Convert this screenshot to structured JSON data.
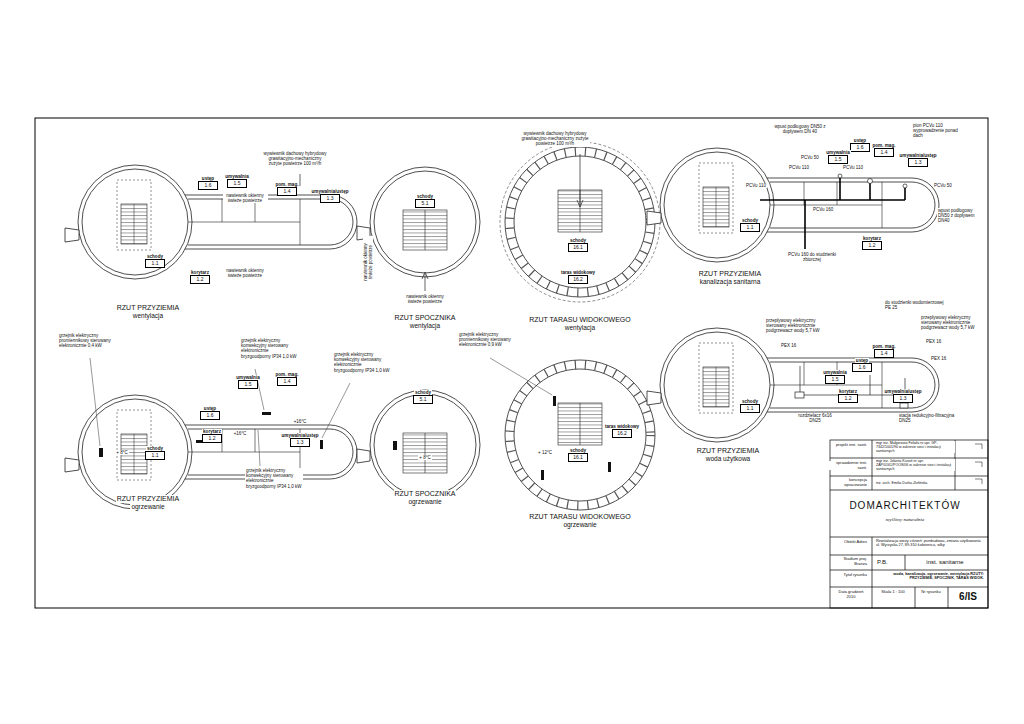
{
  "diagram": {
    "nodes": [
      {
        "text": [
          "ustęp",
          "1.6"
        ]
      },
      {
        "text": [
          "umywalnia",
          "1.5"
        ]
      },
      {
        "text": [
          "pom. mag.",
          "1.4"
        ]
      },
      {
        "text": [
          "umywalnia/ustęp",
          "1.3"
        ]
      },
      {
        "text": [
          "schody",
          "1.1"
        ]
      },
      {
        "text": [
          "korytarz",
          "1.2"
        ]
      },
      {
        "text": [
          "schody",
          "5.1"
        ]
      },
      {
        "text": [
          "schody",
          "16.1"
        ]
      },
      {
        "text": [
          "taras widokowy",
          "16.2"
        ]
      },
      {
        "text": [
          "ustęp",
          "1.6"
        ]
      },
      {
        "text": [
          "umywalnia",
          "1.5"
        ]
      },
      {
        "text": [
          "pom. mag.",
          "1.4"
        ]
      },
      {
        "text": [
          "umywalnia/ustęp",
          "1.3"
        ]
      },
      {
        "text": [
          "schody",
          "1.1"
        ]
      },
      {
        "text": [
          "korytarz",
          "1.2"
        ]
      },
      {
        "text": [
          "ustęp",
          "1.6"
        ]
      },
      {
        "text": [
          "umywalnia",
          "1.5"
        ]
      },
      {
        "text": [
          "pom. mag.",
          "1.4"
        ]
      },
      {
        "text": [
          "korytarz",
          "1.2"
        ]
      },
      {
        "text": [
          "umywalnia/ustęp",
          "1.3"
        ]
      },
      {
        "text": [
          "schody",
          "1.1"
        ]
      },
      {
        "text": [
          "schody",
          "5.1"
        ]
      },
      {
        "text": [
          "schody",
          "16.1"
        ]
      },
      {
        "text": [
          "taras widokowy",
          "16.2"
        ]
      },
      {
        "text": [
          "pom. mag.",
          "1.4"
        ]
      },
      {
        "text": [
          "ustęp",
          "1.6"
        ]
      },
      {
        "text": [
          "umywalnia",
          "1.5"
        ]
      },
      {
        "text": [
          "korytarz",
          "1.2"
        ]
      },
      {
        "text": [
          "umywalnia/ustęp",
          "1.3"
        ]
      },
      {
        "text": [
          "schody",
          "1.1"
        ]
      }
    ],
    "labels": [
      "wywiewnik dachowy hybrydowy grawitacyjno-mechaniczny zużyte powietrze 100 m³/h",
      "nawiewnik okienny świeże powietrze",
      "nawiewnik okienny świeże powietrze",
      "nawiewnik okienny świeże powietrze",
      "RZUT PRZYZIEMIA",
      "wentylacja",
      "nawiewnik okienny świeże powietrze",
      "RZUT SPOCZNIKA",
      "wentylacja",
      "wywiewnik dachowy hybrydowy grawitacyjno-mechaniczny zużyte powietrze 100 m³/h",
      "RZUT TARASU WIDOKOWEGO",
      "wentylacja",
      "wpust podłogowy DN50 z dopływem DN 40",
      "pion PCVu 110 wyprowadzenie ponad dach",
      "PCVu 50",
      "PCVu 110",
      "PCVu 110",
      "PCVu 110",
      "PCVu 50",
      "PCVu 160",
      "wpust podłogowy DN50 z dopływem DN40",
      "PCVu 160 do studzienki zbiorczej",
      "RZUT PRZYZIEMIA",
      "kanalizacja sanitarna",
      "grzejnik elektryczny promiennikowy sterowany elektronicznie 0,4 kW",
      "grzejnik elektryczny konwekcyjny sterowany elektronicznie bryzgoodporny IP34 1,0 kW",
      "grzejnik elektryczny konwekcyjny sterowany elektronicznie bryzgoodporny IP34 1,0 kW",
      "grzejnik elektryczny konwekcyjny sterowany elektronicznie bryzgoodporny IP34 1,0 kW",
      "+ 8°C",
      "+16°C",
      "+16°C",
      "RZUT PRZYZIEMIA",
      "ogrzewanie",
      "+ 8°C",
      "RZUT SPOCZNIKA",
      "ogrzewanie",
      "grzejnik elektryczny promiennikowy sterowany elektronicznie 0,9 kW",
      "+ 12°C",
      "RZUT TARASU WIDOKOWEGO",
      "ogrzewanie",
      "do studzienki wodomierzowej PE 25",
      "przepływowy elektryczny sterowany elektronicznie podgrzewacz wody 5,7 kW",
      "przepływowy elektryczny sterowany elektronicznie podgrzewacz wody 5,7 kW",
      "PEX 16",
      "PEX 16",
      "PEX 16",
      "rozdzielacz 6x16 DN25",
      "stacja redukcyjno-filtracyjna DN25",
      "RZUT PRZYZIEMIA",
      "woda użytkowa",
      "projekt inst. sanit.",
      "mgr inż. Małgorzata Feliała nr upr. GP-7342/1001/90 w zakresie sieci i instalacji sanitarnych",
      "sprawdzenie inst. sanit.",
      "mgr inż. Jolanta Kusoń nr upr. ZAP/0161/POOS/06 w zakresie sieci i instalacji sanitarnych",
      "koncepcja opracowanie",
      "inż. arch. Emilia Durka-Zielińska",
      "DOMARCHITEKTÓW",
      "myślimy naturalnie",
      "Obiekt Adres",
      "Rewitalizacja wieży ciśnień: przebudowa, zmiana użytkowania ul. Wyrzyska 27, 89-310 Łobżenica, wlkp",
      "Stadium proj. Branża",
      "P.B.",
      "inst. sanitarne",
      "Tytuł rysunku",
      "woda, kanalizacja, ogrzewanie, wentylacja RZUTY: PRZYZIEMIE, SPOCZNIK, TARAS WIDOK.",
      "Data grudzień 2010",
      "Skala 1 : 100",
      "Nr rysunku",
      "6/IS"
    ]
  }
}
